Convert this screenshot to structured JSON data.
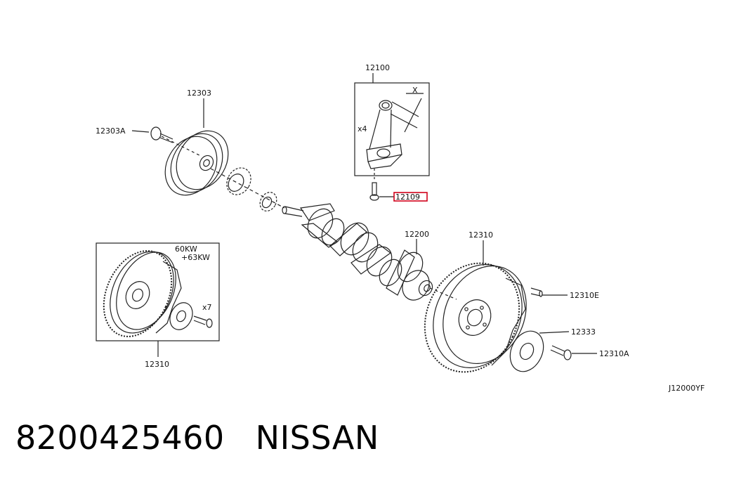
{
  "callouts": {
    "p12100": "12100",
    "p12303": "12303",
    "p12303A": "12303A",
    "p12109": "12109",
    "p12200": "12200",
    "p12310_right": "12310",
    "p12310_box": "12310",
    "p12310E": "12310E",
    "p12333": "12333",
    "p12310A": "12310A",
    "qty_rod": "x4",
    "qty_bolt": "x7",
    "dim_x": "X",
    "power_60": "60KW",
    "power_63": "+63KW"
  },
  "diagram_code": "J12000YF",
  "footer": {
    "part_number": "8200425460",
    "brand": "NISSAN"
  },
  "colors": {
    "line": "#222222",
    "highlight": "#d0021b"
  }
}
